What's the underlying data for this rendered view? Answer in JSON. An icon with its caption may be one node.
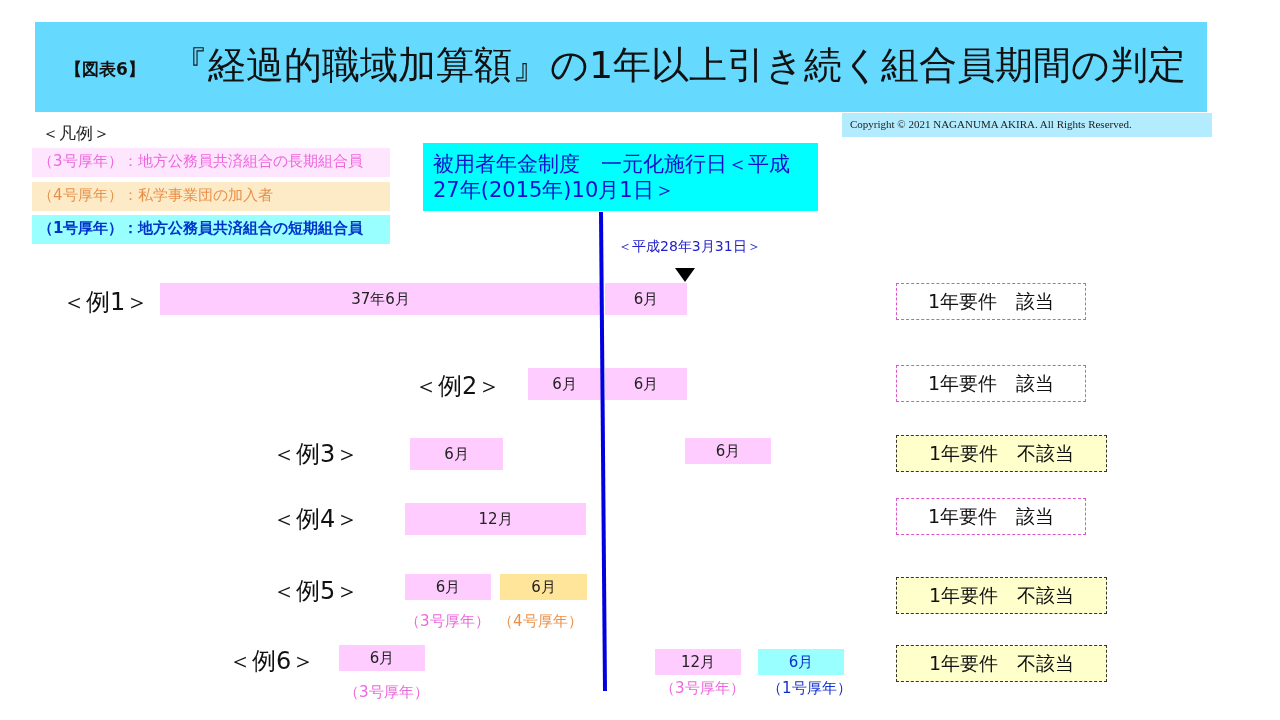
{
  "diagram": {
    "title": "『経過的職域加算額』の1年以上引き続く組合員期間の判定",
    "nodes": [
      {
        "text": [
          "被用者年金制度　一元化施行日＜平成27年(2015年)10月1日＞"
        ]
      },
      {
        "text": [
          "37年6月"
        ]
      },
      {
        "text": [
          "6月"
        ]
      },
      {
        "text": [
          "1年要件　該当"
        ]
      },
      {
        "text": [
          "6月"
        ]
      },
      {
        "text": [
          "6月"
        ]
      },
      {
        "text": [
          "1年要件　該当"
        ]
      },
      {
        "text": [
          "6月"
        ]
      },
      {
        "text": [
          "6月"
        ]
      },
      {
        "text": [
          "1年要件　不該当"
        ]
      },
      {
        "text": [
          "12月"
        ]
      },
      {
        "text": [
          "1年要件　該当"
        ]
      },
      {
        "text": [
          "6月"
        ],
        "beside": [
          "（3号厚年）"
        ]
      },
      {
        "text": [
          "6月"
        ],
        "beside": [
          "（4号厚年）"
        ]
      },
      {
        "text": [
          "1年要件　不該当"
        ]
      },
      {
        "text": [
          "6月"
        ],
        "beside": [
          "（3号厚年）"
        ]
      },
      {
        "text": [
          "12月"
        ],
        "beside": [
          "（3号厚年）"
        ]
      },
      {
        "text": [
          "6月"
        ],
        "beside": [
          "（1号厚年）"
        ]
      },
      {
        "text": [
          "1年要件　不該当"
        ]
      }
    ],
    "labels": [
      "【図表6】",
      "Copyright © 2021  NAGANUMA   AKIRA. All Rights Reserved.",
      "＜凡例＞",
      "＜平成28年3月31日＞",
      "＜例1＞",
      "＜例2＞",
      "＜例3＞",
      "＜例4＞",
      "＜例5＞",
      "＜例6＞"
    ],
    "legend": [
      {
        "text": "（3号厚年）：地方公務員共済組合の長期組合員",
        "color": "#ffe6ff"
      },
      {
        "text": "（4号厚年）：私学事業団の加入者",
        "color": "#fdebc8"
      },
      {
        "text": "（1号厚年）：地方公務員共済組合の短期組合員",
        "color": "#99ffff"
      }
    ]
  }
}
